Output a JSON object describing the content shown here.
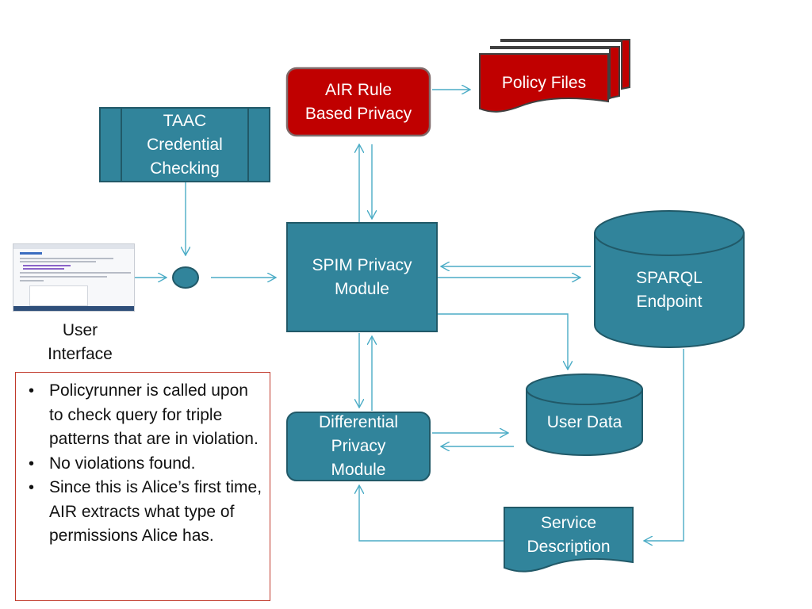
{
  "diagram": {
    "nodes": {
      "taac": {
        "lines": [
          "TAAC",
          "Credential",
          "Checking"
        ],
        "color": "#31849b"
      },
      "air_rule": {
        "lines": [
          "AIR Rule",
          "Based Privacy"
        ],
        "color": "#c00000"
      },
      "policy_files": {
        "lines": [
          "Policy Files"
        ],
        "color": "#c00000"
      },
      "spim": {
        "lines": [
          "SPIM Privacy",
          "Module"
        ],
        "color": "#31849b"
      },
      "sparql": {
        "lines": [
          "SPARQL",
          "Endpoint"
        ],
        "color": "#31849b"
      },
      "user_data": {
        "lines": [
          "User Data"
        ],
        "color": "#31849b"
      },
      "differential": {
        "lines": [
          "Differential",
          "Privacy",
          "Module"
        ],
        "color": "#31849b"
      },
      "service_description": {
        "lines": [
          "Service",
          "Description"
        ],
        "color": "#31849b"
      }
    },
    "user_interface": {
      "lines": [
        "User",
        "Interface"
      ]
    },
    "colors": {
      "teal": "#31849b",
      "teal_border": "#215968",
      "red": "#c00000",
      "connector": "#4bacc6"
    }
  },
  "notes": {
    "items": [
      "Policyrunner is called upon to check query for triple patterns that are in violation.",
      "No violations found.",
      "Since this is Alice’s first time, AIR extracts what type of permissions Alice has."
    ]
  }
}
